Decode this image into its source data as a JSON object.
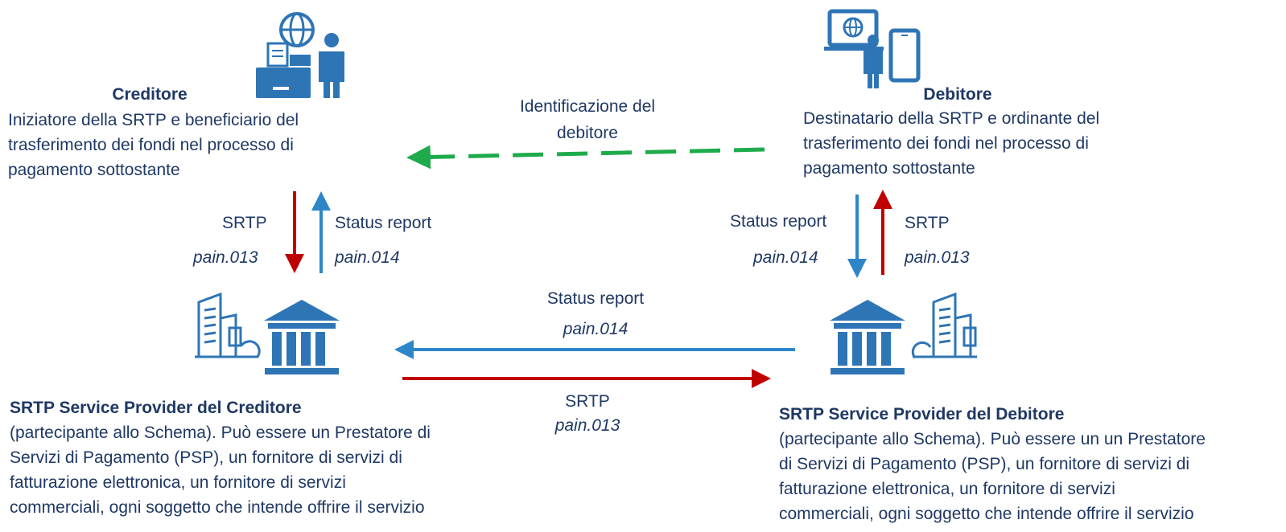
{
  "creditore": {
    "title": "Creditore",
    "desc": [
      "Iniziatore della SRTP e beneficiario del",
      "trasferimento dei fondi nel processo di",
      "pagamento sottostante"
    ]
  },
  "debitore": {
    "title": "Debitore",
    "desc": [
      "Destinatario della SRTP e ordinante del",
      "trasferimento dei fondi nel processo di",
      "pagamento sottostante"
    ]
  },
  "identification_arrow": {
    "label": [
      "Identificazione del",
      "debitore"
    ]
  },
  "left_link": {
    "down": {
      "label": "SRTP",
      "code": "pain.013"
    },
    "up": {
      "label": "Status report",
      "code": "pain.014"
    }
  },
  "right_link": {
    "down": {
      "label": "Status report",
      "code": "pain.014"
    },
    "up": {
      "label": "SRTP",
      "code": "pain.013"
    }
  },
  "provider_status": {
    "label": "Status report",
    "code": "pain.014"
  },
  "provider_srtp": {
    "label": "SRTP",
    "code": "pain.013"
  },
  "psp_creditore": {
    "title": "SRTP Service Provider del Creditore",
    "desc": [
      "(partecipante allo Schema). Può essere un Prestatore di",
      "Servizi di Pagamento (PSP), un fornitore di servizi di",
      "fatturazione elettronica, un fornitore di servizi",
      "commerciali, ogni soggetto che intende offrire il servizio"
    ]
  },
  "psp_debitore": {
    "title": "SRTP Service Provider del Debitore",
    "desc": [
      "(partecipante allo Schema). Può essere un un Prestatore",
      "di Servizi di Pagamento (PSP), un fornitore di servizi di",
      "fatturazione elettronica, un fornitore di servizi",
      "commerciali, ogni soggetto che intende offrire il servizio"
    ]
  },
  "icons": [
    "merchant-cash-register-icon",
    "user-laptop-phone-icon",
    "bank-icon",
    "office-building-icon"
  ],
  "colors": {
    "text": "#1f3864",
    "icon": "#2e75b6",
    "red": "#c00000",
    "blue": "#2e86c8",
    "green": "#1fab4b"
  }
}
